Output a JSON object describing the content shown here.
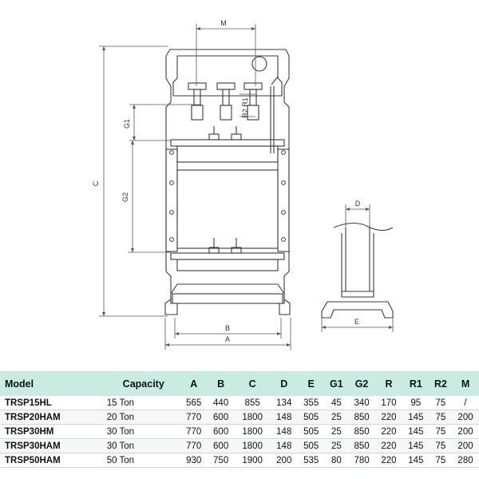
{
  "diagram": {
    "labels": {
      "M": "M",
      "C": "C",
      "G1": "G1",
      "G2": "G2",
      "R1": "R1",
      "R2": "R2",
      "B": "B",
      "A": "A",
      "D": "D",
      "E": "E"
    }
  },
  "table": {
    "columns": [
      "Model",
      "Capacity",
      "A",
      "B",
      "C",
      "D",
      "E",
      "G1",
      "G2",
      "R",
      "R1",
      "R2",
      "M"
    ],
    "rows": [
      [
        "TRSP15HL",
        "15 Ton",
        "565",
        "440",
        "855",
        "134",
        "355",
        "45",
        "340",
        "170",
        "95",
        "75",
        "/"
      ],
      [
        "TRSP20HAM",
        "20 Ton",
        "770",
        "600",
        "1800",
        "148",
        "505",
        "25",
        "850",
        "220",
        "145",
        "75",
        "200"
      ],
      [
        "TRSP30HM",
        "30 Ton",
        "770",
        "600",
        "1800",
        "148",
        "505",
        "25",
        "850",
        "220",
        "145",
        "75",
        "200"
      ],
      [
        "TRSP30HAM",
        "30 Ton",
        "770",
        "600",
        "1800",
        "148",
        "505",
        "25",
        "850",
        "220",
        "145",
        "75",
        "200"
      ],
      [
        "TRSP50HAM",
        "50 Ton",
        "930",
        "750",
        "1900",
        "200",
        "535",
        "80",
        "780",
        "220",
        "145",
        "75",
        "280"
      ]
    ]
  }
}
